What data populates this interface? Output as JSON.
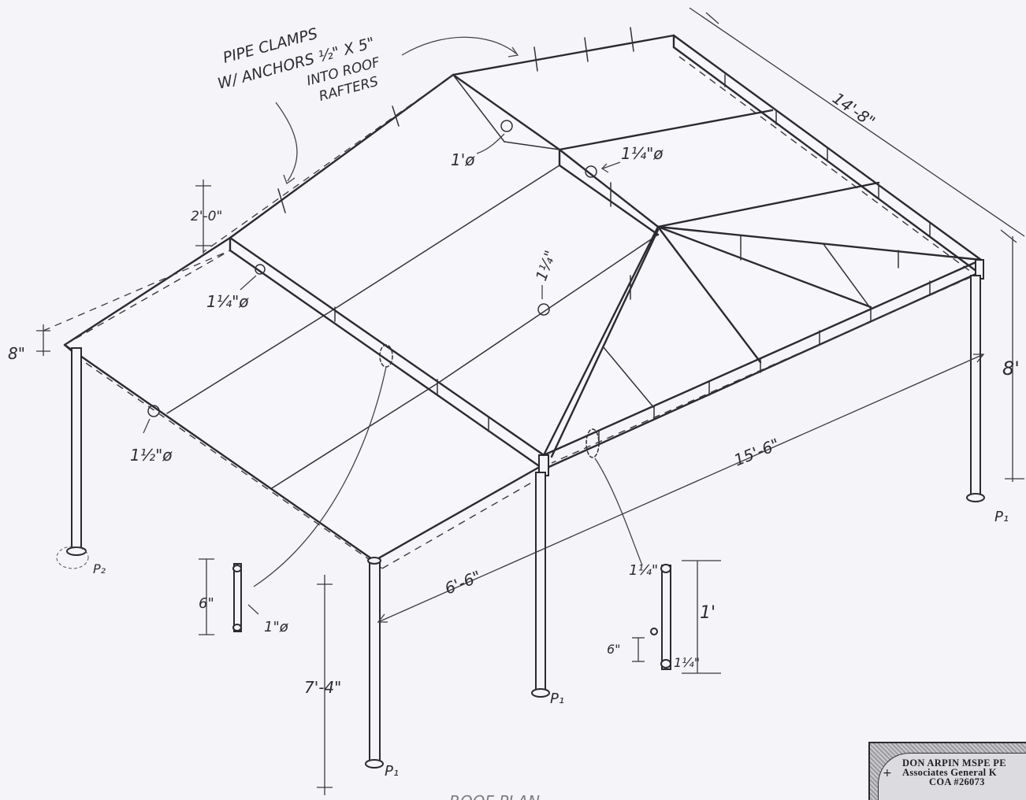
{
  "notes": {
    "pipe_clamps": [
      "PIPE CLAMPS",
      "W/ ANCHORS ½\" X 5\"",
      "INTO ROOF",
      "RAFTERS"
    ]
  },
  "dimensions": {
    "width_back": "14'-8\"",
    "length_side": "15'-6\"",
    "offset_front": "6'-6\"",
    "height_right": "8'",
    "post_height": "7'-4\"",
    "fascia_drop": "8\"",
    "roof_step": "2'-0\""
  },
  "pipe_sizes": {
    "ridge": "1'ø",
    "rafter_top": "1¼\"ø",
    "mid": "1¼\"",
    "step": "1¼\"ø",
    "front": "1½\"ø"
  },
  "details": {
    "left": {
      "height": "6\"",
      "dia": "1\"ø"
    },
    "right": {
      "top_dia": "1¼\"",
      "height": "1'",
      "small": "6\"",
      "bottom_dia": "1¼\""
    }
  },
  "posts": {
    "p2": "P₂",
    "p1_front": "P₁",
    "p1_mid": "P₁",
    "p1_right": "P₁"
  },
  "title_fragment": "ROOF PLAN",
  "stamp": {
    "line1": "DON ARPIN MSPE PE",
    "line2": "Associates General K",
    "line3": "COA #26073"
  }
}
